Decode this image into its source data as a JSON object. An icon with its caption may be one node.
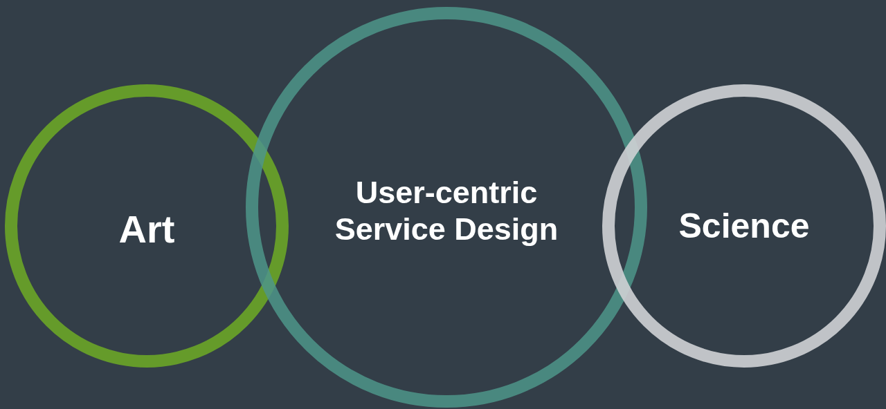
{
  "diagram": {
    "nodes": [
      {
        "text": [
          "Art"
        ]
      },
      {
        "text": [
          "User-centric Service Design"
        ]
      },
      {
        "text": [
          "Science"
        ]
      }
    ],
    "edges": []
  }
}
